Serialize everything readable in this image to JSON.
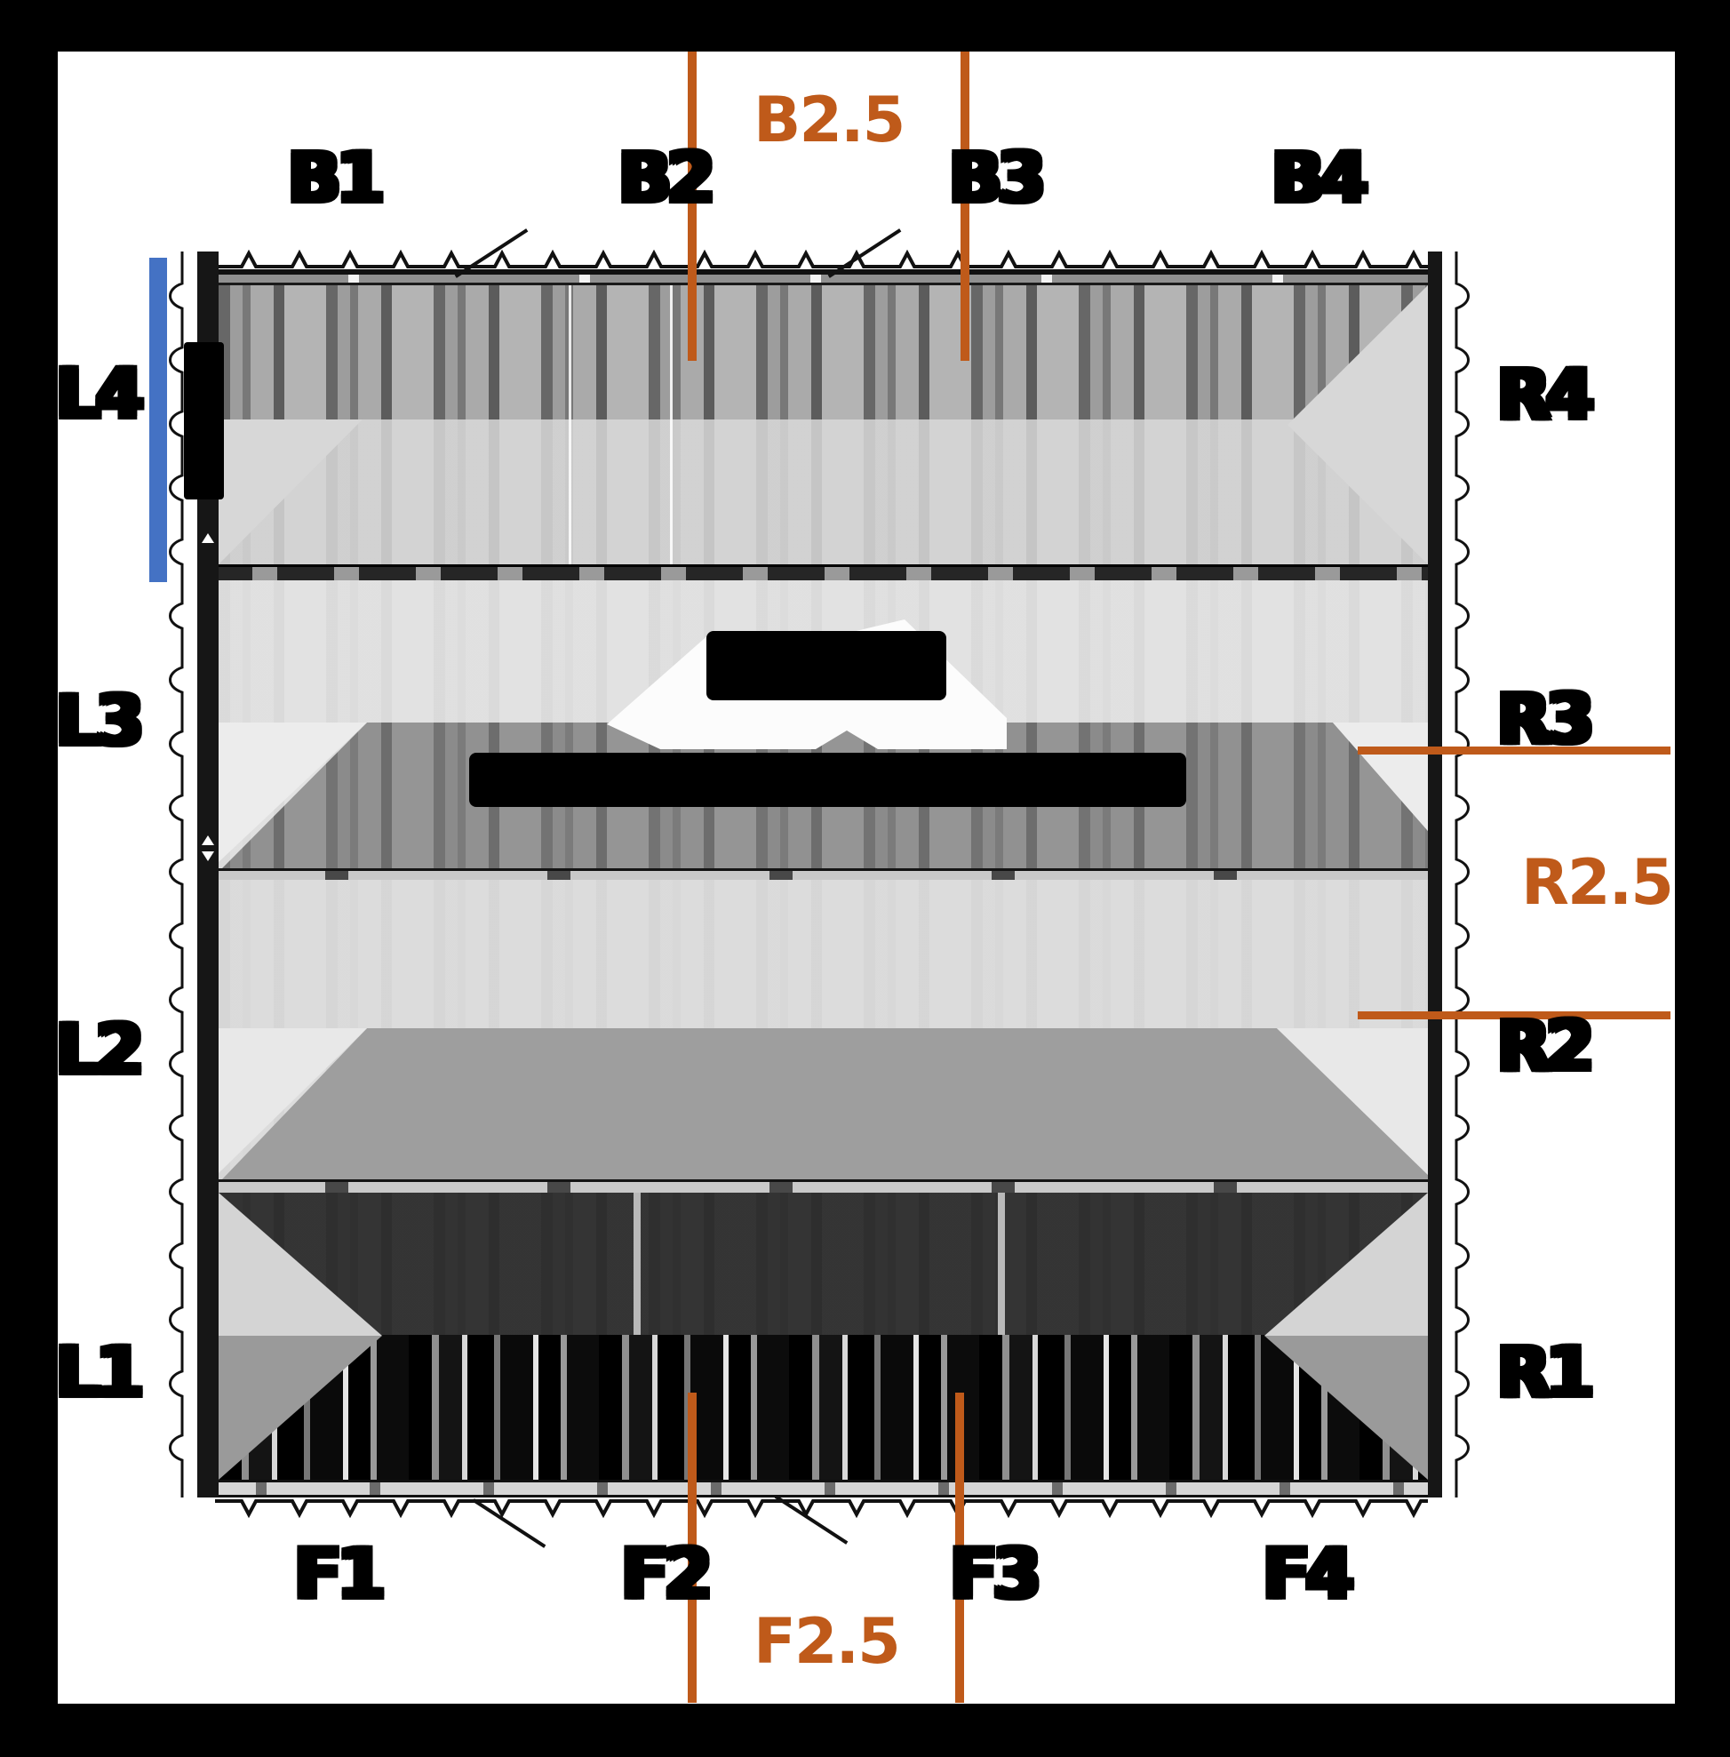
{
  "grid_labels": {
    "top": [
      "B1",
      "B2",
      "B3",
      "B4"
    ],
    "bottom": [
      "F1",
      "F2",
      "F3",
      "F4"
    ],
    "left": [
      "L4",
      "L3",
      "L2",
      "L1"
    ],
    "right": [
      "R4",
      "R3",
      "R2",
      "R1"
    ]
  },
  "span_markers": {
    "top": "B2.5",
    "right": "R2.5",
    "bottom": "F2.5"
  },
  "colors": {
    "marker_orange": "#bf5a1a",
    "scale_bar_blue": "#4472c4",
    "frame_black": "#000000",
    "page_white": "#ffffff"
  },
  "redacted_regions": [
    {
      "name": "left-edge-label"
    },
    {
      "name": "center-title-line-1"
    },
    {
      "name": "center-title-line-2"
    }
  ]
}
